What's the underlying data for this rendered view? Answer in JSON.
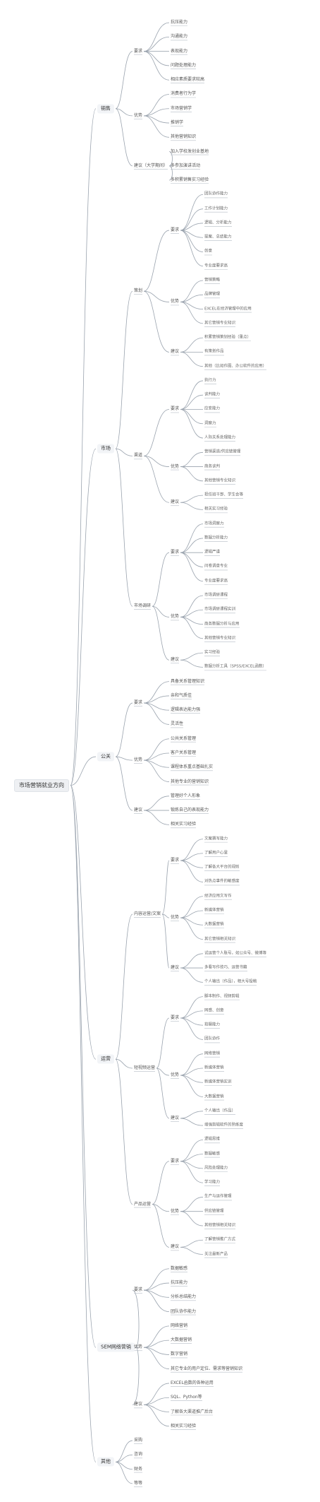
{
  "mindmap": {
    "root": {
      "label": "市场营销就业方向",
      "children": [
        {
          "label": "销售",
          "children": [
            {
              "label": "要求",
              "children": [
                {
                  "label": "抗压能力"
                },
                {
                  "label": "沟通能力"
                },
                {
                  "label": "表现能力"
                },
                {
                  "label": "问题处理能力"
                },
                {
                  "label": "相应素质要求较高"
                }
              ]
            },
            {
              "label": "优势",
              "children": [
                {
                  "label": "消费者行为学"
                },
                {
                  "label": "市场营销学"
                },
                {
                  "label": "推销学"
                },
                {
                  "label": "其他营销知识"
                }
              ]
            },
            {
              "label": "建议（大学期间）",
              "children": [
                {
                  "label": "加入学校发创业基地"
                },
                {
                  "label": "多参加演讲活动"
                },
                {
                  "label": "多积累销售实习经验"
                }
              ]
            }
          ]
        },
        {
          "label": "市场",
          "children": [
            {
              "label": "策划",
              "children": [
                {
                  "label": "要求",
                  "children": [
                    {
                      "label": "团队协作能力"
                    },
                    {
                      "label": "工作计划能力"
                    },
                    {
                      "label": "逻辑、分析能力"
                    },
                    {
                      "label": "提案、总结能力"
                    },
                    {
                      "label": "创意"
                    },
                    {
                      "label": "专业度要求高"
                    }
                  ]
                },
                {
                  "label": "优势",
                  "children": [
                    {
                      "label": "营销策略"
                    },
                    {
                      "label": "品牌管理"
                    },
                    {
                      "label": "EXCEL在经济管理中的应用"
                    },
                    {
                      "label": "其它营销专业知识"
                    }
                  ]
                },
                {
                  "label": "建议",
                  "children": [
                    {
                      "label": "积累营销策划经验（重点）"
                    },
                    {
                      "label": "有策划作品"
                    },
                    {
                      "label": "其他（比如作图、办公软件的应用）"
                    }
                  ]
                }
              ]
            },
            {
              "label": "渠道",
              "children": [
                {
                  "label": "要求",
                  "children": [
                    {
                      "label": "执行力"
                    },
                    {
                      "label": "谈判能力"
                    },
                    {
                      "label": "应变能力"
                    },
                    {
                      "label": "洞察力"
                    },
                    {
                      "label": "人际关系处理能力"
                    }
                  ]
                },
                {
                  "label": "优势",
                  "children": [
                    {
                      "label": "营销渠道/供应链管理"
                    },
                    {
                      "label": "商务谈判"
                    },
                    {
                      "label": "其他营销专业知识"
                    }
                  ]
                },
                {
                  "label": "建议",
                  "children": [
                    {
                      "label": "担任班干部、学生会等"
                    },
                    {
                      "label": "相关实习经验"
                    }
                  ]
                }
              ]
            },
            {
              "label": "市场调研",
              "children": [
                {
                  "label": "要求",
                  "children": [
                    {
                      "label": "市场洞察力"
                    },
                    {
                      "label": "数据分析能力"
                    },
                    {
                      "label": "逻辑严谨"
                    },
                    {
                      "label": "问卷调查专业"
                    },
                    {
                      "label": "专业度要求高"
                    }
                  ]
                },
                {
                  "label": "优势",
                  "children": [
                    {
                      "label": "市场调研课程"
                    },
                    {
                      "label": "市场调研课程实训"
                    },
                    {
                      "label": "商务数据分析与应用"
                    },
                    {
                      "label": "其他营销专业知识"
                    }
                  ]
                },
                {
                  "label": "建议",
                  "children": [
                    {
                      "label": "实习经验"
                    },
                    {
                      "label": "数据分析工具（SPSS/EXCEL函数）"
                    }
                  ]
                }
              ]
            }
          ]
        },
        {
          "label": "公关",
          "children": [
            {
              "label": "要求",
              "children": [
                {
                  "label": "具备关系管理知识"
                },
                {
                  "label": "亲和气质佳"
                },
                {
                  "label": "逻辑表达能力强"
                },
                {
                  "label": "灵活性"
                }
              ]
            },
            {
              "label": "优势",
              "children": [
                {
                  "label": "公共关系管理"
                },
                {
                  "label": "客户关系管理"
                },
                {
                  "label": "课程体系重点基础扎实"
                },
                {
                  "label": "其他专业的营销知识"
                }
              ]
            },
            {
              "label": "建议",
              "children": [
                {
                  "label": "管理好个人形象"
                },
                {
                  "label": "锻炼自己的表现能力"
                },
                {
                  "label": "相关实习经验"
                }
              ]
            }
          ]
        },
        {
          "label": "运营",
          "children": [
            {
              "label": "内容运营/文案",
              "children": [
                {
                  "label": "要求",
                  "children": [
                    {
                      "label": "文案撰写能力"
                    },
                    {
                      "label": "了解用户心里"
                    },
                    {
                      "label": "了解各大平台的规则"
                    },
                    {
                      "label": "对热点事件的敏感度"
                    }
                  ]
                },
                {
                  "label": "优势",
                  "children": [
                    {
                      "label": "经济应用文写作"
                    },
                    {
                      "label": "新媒体营销"
                    },
                    {
                      "label": "大数据营销"
                    },
                    {
                      "label": "其它营销相关知识"
                    }
                  ]
                },
                {
                  "label": "建议",
                  "children": [
                    {
                      "label": "试运营个人账号，如公众号、微博等"
                    },
                    {
                      "label": "多看写作技巧、运营书籍"
                    },
                    {
                      "label": "个人输出（作品），相大号投稿"
                    }
                  ]
                }
              ]
            },
            {
              "label": "短视频运营",
              "children": [
                {
                  "label": "要求",
                  "children": [
                    {
                      "label": "脚本制作、视频剪辑"
                    },
                    {
                      "label": "网感、创意"
                    },
                    {
                      "label": "拍摄能力"
                    },
                    {
                      "label": "团队协作"
                    }
                  ]
                },
                {
                  "label": "优势",
                  "children": [
                    {
                      "label": "网络营销"
                    },
                    {
                      "label": "新媒体营销"
                    },
                    {
                      "label": "新媒体营销实训"
                    },
                    {
                      "label": "大数据营销"
                    }
                  ]
                },
                {
                  "label": "建议",
                  "children": [
                    {
                      "label": "个人输出（作品）"
                    },
                    {
                      "label": "增强剪辑软件的熟练度"
                    }
                  ]
                }
              ]
            },
            {
              "label": "产品运营",
              "children": [
                {
                  "label": "要求",
                  "children": [
                    {
                      "label": "逻辑思维"
                    },
                    {
                      "label": "数据敏感"
                    },
                    {
                      "label": "风险处理能力"
                    },
                    {
                      "label": "学习能力"
                    }
                  ]
                },
                {
                  "label": "优势",
                  "children": [
                    {
                      "label": "生产与运作管理"
                    },
                    {
                      "label": "供应链管理"
                    },
                    {
                      "label": "其他营销相关知识"
                    }
                  ]
                },
                {
                  "label": "建议",
                  "children": [
                    {
                      "label": "了解营销推广方式"
                    },
                    {
                      "label": "关注最新产品"
                    }
                  ]
                }
              ]
            }
          ]
        },
        {
          "label": "SEM网络营销",
          "children": [
            {
              "label": "要求",
              "children": [
                {
                  "label": "数据敏感"
                },
                {
                  "label": "抗压能力"
                },
                {
                  "label": "分析总结能力"
                },
                {
                  "label": "团队协作能力"
                }
              ]
            },
            {
              "label": "优势",
              "children": [
                {
                  "label": "网络营销"
                },
                {
                  "label": "大数据营销"
                },
                {
                  "label": "数字营销"
                },
                {
                  "label": "其它专业的用户定位、需求等营销知识"
                }
              ]
            },
            {
              "label": "建议",
              "children": [
                {
                  "label": "EXCEL函数的各种运用"
                },
                {
                  "label": "SQL、Python等"
                },
                {
                  "label": "了解各大渠道推广后台"
                },
                {
                  "label": "相关实习经验"
                }
              ]
            }
          ]
        },
        {
          "label": "其他",
          "children": [
            {
              "label": "采购"
            },
            {
              "label": "咨询"
            },
            {
              "label": "财务"
            },
            {
              "label": "等等"
            }
          ]
        }
      ]
    }
  },
  "colors": {
    "line": "#9aa3ae",
    "root_bg": "#eef0f3",
    "branch_bg": "#f2f4f7",
    "text": "#444444"
  },
  "icons": []
}
